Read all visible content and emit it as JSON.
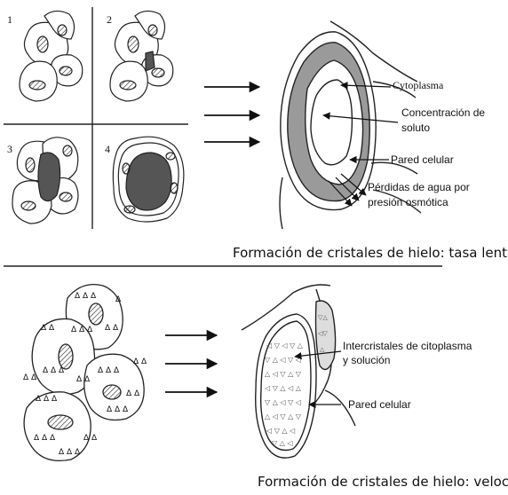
{
  "top_section": {
    "quadrants": [
      {
        "number": "1"
      },
      {
        "number": "2"
      },
      {
        "number": "3"
      },
      {
        "number": "4"
      }
    ],
    "labels": {
      "cytoplasm": "Cytoplasma",
      "solute_1": "Concentración de",
      "solute_2": "soluto",
      "cell_wall": "Pared celular",
      "water_loss_1": "Pérdidas de agua por",
      "water_loss_2": "presión osmótica"
    },
    "caption": "Formación de cristales de hielo: tasa lenta"
  },
  "bottom_section": {
    "labels": {
      "intercrystals_1": "Intercristales de citoplasma",
      "intercrystals_2": "y solución",
      "cell_wall": "Pared celular"
    },
    "caption": "Formación de cristales de hielo: velocidad rápida"
  }
}
